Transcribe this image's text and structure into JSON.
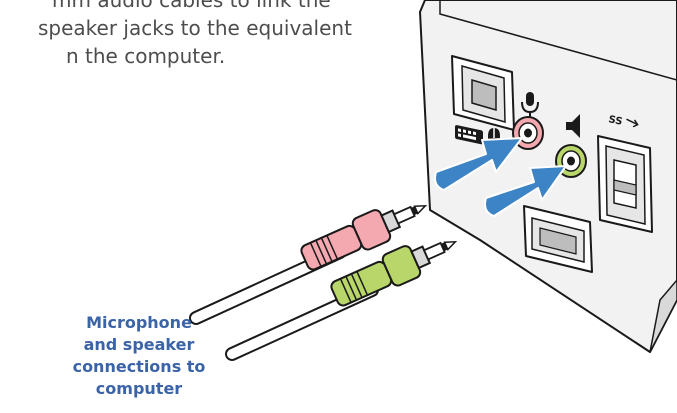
{
  "intro": {
    "line1": "mm audio cables to link the",
    "line2": "speaker jacks to the equivalent",
    "line3": "n the computer."
  },
  "caption": {
    "line1": "Microphone",
    "line2": "and speaker",
    "line3": "connections to",
    "line4": "computer"
  },
  "port_labels": {
    "usb3": "SS"
  },
  "icons": [
    "keyboard-icon",
    "mouse-icon",
    "microphone-icon",
    "speaker-icon",
    "usb-superspeed-icon"
  ],
  "colors": {
    "caption": "#3a63a8",
    "arrow": "#3d84c6",
    "mic_plug": "#f4a8b0",
    "speaker_plug": "#b9d66a",
    "panel": "#f2f2f2",
    "outline": "#1a1a1a"
  }
}
